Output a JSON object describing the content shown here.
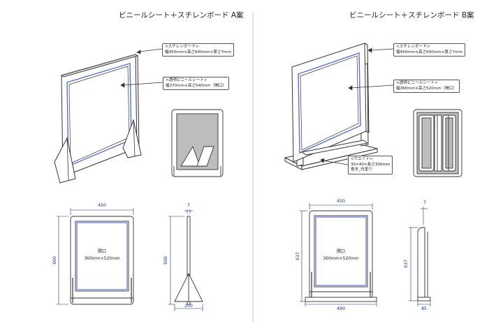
{
  "panel_a": {
    "title": "ビニールシート＋スチレンボード A案",
    "callout_board": {
      "name": "<スチレンボード>",
      "spec": "幅450mm×高さ600mm×厚さ7mm"
    },
    "callout_sheet": {
      "name": "<透明ビニールシート>",
      "spec": "幅370mm×高さ540mm（開口）"
    },
    "front_opening_label": "開口",
    "front_opening_size": "360mm×520mm",
    "dims": {
      "width": "450",
      "height": "600",
      "side_height": "600",
      "thickness": "7",
      "foot_depth": "200"
    }
  },
  "panel_b": {
    "title": "ビニールシート＋スチレンボード B案",
    "callout_board": {
      "name": "<スチレンボード>",
      "spec": "幅450mm×高さ600mm×厚さ7mm"
    },
    "callout_sheet": {
      "name": "<透明ビニールシート>",
      "spec": "幅360mm×高さ520mm（開口）"
    },
    "callout_weight": {
      "name": "<ウエイト>",
      "spec": "30×40×長さ300mm",
      "material": "垂木_白塗り"
    },
    "front_opening_label": "開口",
    "front_opening_size": "360mm×520mm",
    "dims": {
      "width": "450",
      "height": "637",
      "base_width": "490",
      "side_height": "637",
      "thickness": "7",
      "base_depth": "85"
    }
  },
  "colors": {
    "line": "#333333",
    "sheet_blue": "#5a6fd0",
    "dim_blue": "#1f2d8a",
    "divider": "#bbbbbb",
    "board_fill": "#bdbdbd"
  }
}
